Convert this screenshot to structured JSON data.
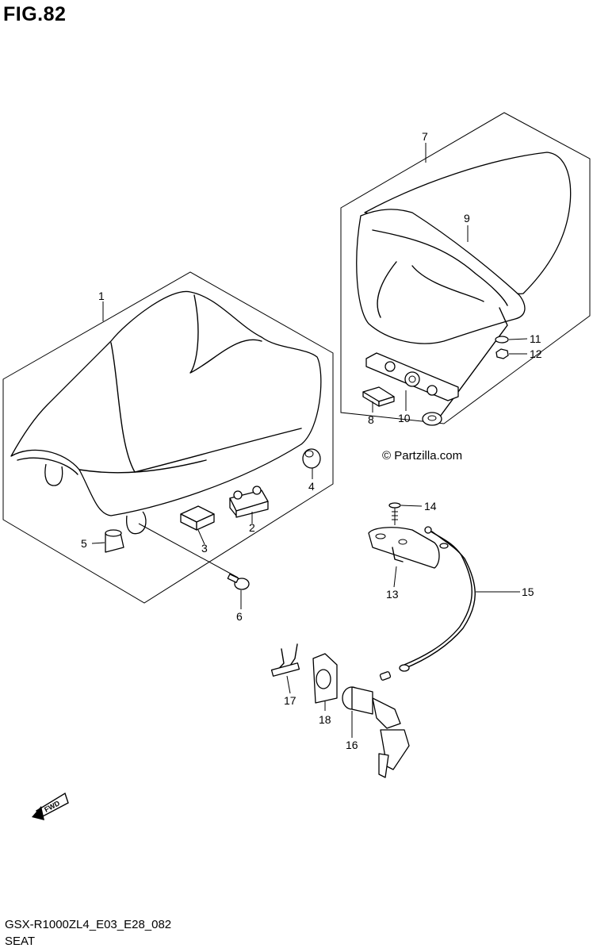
{
  "figure": {
    "title": "FIG.82",
    "model_code": "GSX-R1000ZL4_E03_E28_082",
    "section_name": "SEAT",
    "copyright": "© Partzilla.com",
    "fwd_label": "FWD"
  },
  "callouts": [
    "1",
    "2",
    "3",
    "4",
    "5",
    "6",
    "7",
    "8",
    "9",
    "10",
    "11",
    "12",
    "13",
    "14",
    "15",
    "16",
    "17",
    "18"
  ]
}
